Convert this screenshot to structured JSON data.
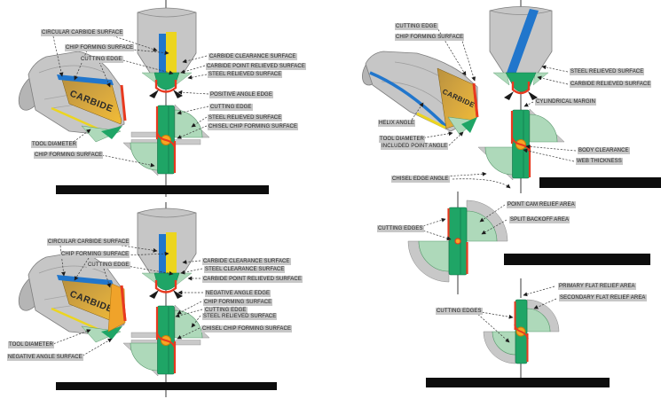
{
  "diagram": {
    "drill_text": "CARBIDE",
    "groups": {
      "positive_rake": {
        "labels": {
          "circular_carbide_surface": "CIRCULAR CARBIDE SURFACE",
          "chip_forming_surface": "CHIP FORMING SURFACE",
          "cutting_edge": "CUTTING EDGE",
          "tool_diameter": "TOOL DIAMETER",
          "chip_forming_surface_2": "CHIP FORMING SURFACE",
          "carbide_clearance_surface": "CARBIDE CLEARANCE SURFACE",
          "carbide_point_relieved_surface": "CARBIDE POINT RELIEVED SURFACE",
          "steel_relieved_surface": "STEEL RELIEVED SURFACE",
          "positive_angle_edge": "POSITIVE ANGLE EDGE",
          "cutting_edge_2": "CUTTING EDGE",
          "steel_relieved_surface_2": "STEEL RELIEVED SURFACE",
          "chisel_chip_forming_surface": "CHISEL CHIP FORMING SURFACE"
        }
      },
      "negative_rake": {
        "labels": {
          "circular_carbide_surface": "CIRCULAR CARBIDE SURFACE",
          "chip_forming_surface": "CHIP FORMING SURFACE",
          "cutting_edge": "CUTTING EDGE",
          "tool_diameter": "TOOL DIAMETER",
          "negative_angle_surface": "NEGATIVE ANGLE SURFACE",
          "carbide_clearance_surface": "CARBIDE CLEARANCE SURFACE",
          "steel_clearance_surface": "STEEL CLEARANCE SURFACE",
          "carbide_point_relieved_surface": "CARBIDE POINT RELIEVED SURFACE",
          "negative_angle_edge": "NEGATIVE ANGLE EDGE",
          "chip_forming_surface_2": "CHIP FORMING SURFACE",
          "cutting_edge_2": "CUTTING EDGE",
          "steel_relieved_surface": "STEEL RELIEVED SURFACE",
          "chisel_chip_forming_surface": "CHISEL CHIP FORMING SURFACE"
        }
      },
      "helix": {
        "labels": {
          "cutting_edge": "CUTTING EDGE",
          "chip_forming_surface": "CHIP FORMING SURFACE",
          "helix_angle": "HELIX ANGLE",
          "tool_diameter": "TOOL DIAMETER",
          "included_point_angle": "INCLUDED POINT ANGLE",
          "steel_relieved_surface": "STEEL RELIEVED SURFACE",
          "carbide_relieved_surface": "CARBIDE RELIEVED SURFACE",
          "cylindrical_margin": "CYLINDRICAL MARGIN",
          "body_clearance": "BODY CLEARANCE",
          "web_thickness": "WEB THICKNESS"
        }
      },
      "cam_relief": {
        "labels": {
          "chisel_edge_angle": "CHISEL EDGE ANGLE",
          "point_cam_relief_area": "POINT CAM RELIEF AREA",
          "split_backoff_area": "SPLIT BACKOFF AREA",
          "cutting_edges": "CUTTING EDGES"
        }
      },
      "flat_relief": {
        "labels": {
          "primary_flat_relief_area": "PRIMARY FLAT RELIEF AREA",
          "secondary_flat_relief_area": "SECONDARY FLAT RELIEF AREA",
          "cutting_edges": "CUTTING EDGES"
        }
      }
    },
    "colors": {
      "carbide_tan": "#D9A93F",
      "steel_gray": "#C2C2C2",
      "chip_surface_blue": "#2176CC",
      "margin_yellow": "#ECD51F",
      "relieved_green": "#1FA566",
      "relieved_light_green": "#AED9BA",
      "cutting_edge_red": "#E8391F",
      "web_orange": "#F5A623"
    }
  }
}
